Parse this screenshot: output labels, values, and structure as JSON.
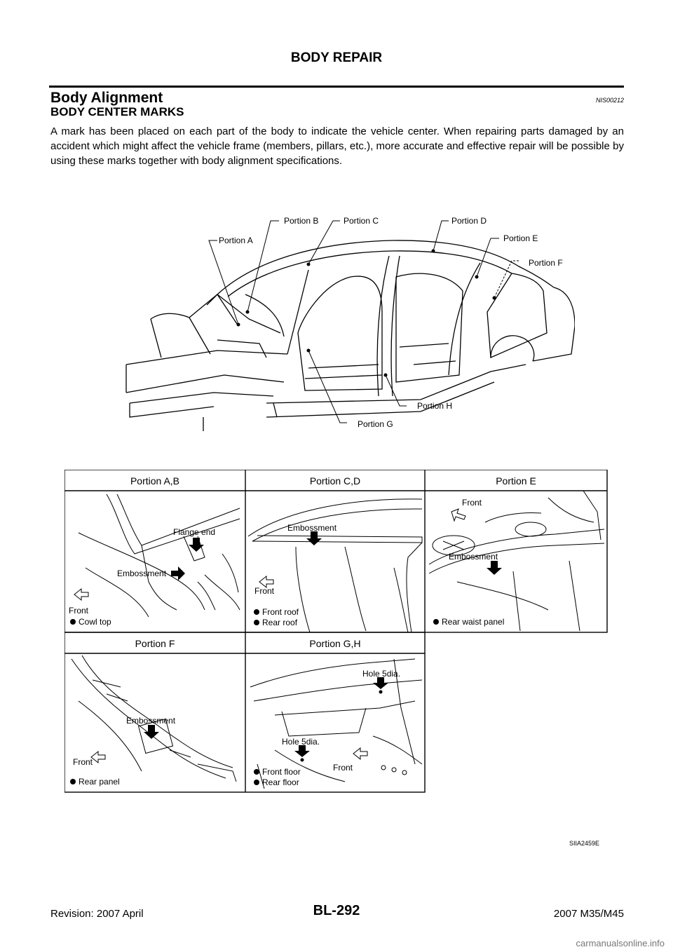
{
  "header": {
    "title": "BODY REPAIR"
  },
  "section": {
    "title": "Body Alignment",
    "code": "NIS00212"
  },
  "subsection": {
    "title": "BODY CENTER MARKS",
    "text": "A mark has been placed on each part of the body to indicate the vehicle center. When repairing parts damaged by an accident which might affect the vehicle frame (members, pillars, etc.), more accurate and effective repair will be possible by using these marks together with body alignment specifications."
  },
  "body_figure": {
    "labels": {
      "a": "Portion A",
      "b": "Portion B",
      "c": "Portion C",
      "d": "Portion D",
      "e": "Portion E",
      "f": "Portion F",
      "g": "Portion G",
      "h": "Portion H"
    }
  },
  "detail_table": {
    "row1": {
      "ab": {
        "header": "Portion A,B",
        "flange": "Flange end",
        "emboss": "Embossment",
        "front": "Front",
        "legend": "Cowl top"
      },
      "cd": {
        "header": "Portion C,D",
        "emboss": "Embossment",
        "front": "Front",
        "legend1": "Front roof",
        "legend2": "Rear roof"
      },
      "e": {
        "header": "Portion E",
        "front": "Front",
        "emboss": "Embossment",
        "legend": "Rear waist panel"
      }
    },
    "row2": {
      "f": {
        "header": "Portion F",
        "emboss": "Embossment",
        "front": "Front",
        "legend": "Rear panel"
      },
      "gh": {
        "header": "Portion G,H",
        "hole1": "Hole 5dia.",
        "hole2": "Hole 5dia.",
        "front": "Front",
        "legend1": "Front floor",
        "legend2": "Rear floor"
      }
    }
  },
  "figure_id": "SIIA2459E",
  "footer": {
    "page": "BL-292",
    "revision": "Revision: 2007 April",
    "model": "2007 M35/M45",
    "watermark": "carmanualsonline.info"
  }
}
